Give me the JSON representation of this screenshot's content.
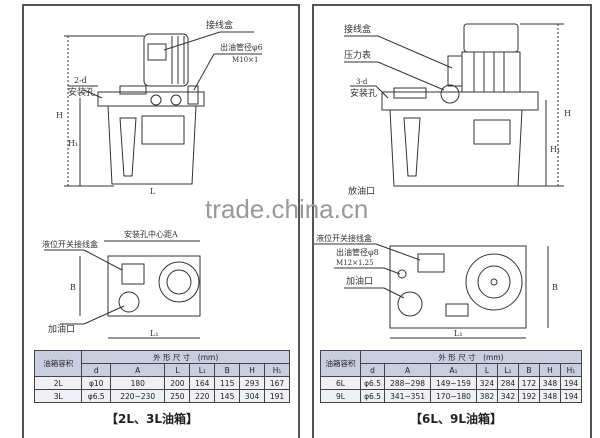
{
  "watermark": "trade.china.cn",
  "left": {
    "elevation_labels": {
      "junction_box": "接线盒",
      "outlet_pipe": "出油管径φ6",
      "outlet_thread": "M10×1",
      "holes_count": "2-d",
      "mounting_hole": "安装孔",
      "height": "H",
      "height1": "H₁",
      "length": "L"
    },
    "plan_labels": {
      "hole_distance": "安装孔中心距A",
      "level_switch_box": "液位开关接线盒",
      "width": "B",
      "fill_port": "加油口",
      "length1": "L₁"
    },
    "table": {
      "capacity_header": "油箱容积",
      "dims_header": "外 形 尺 寸　(mm)",
      "columns": [
        "d",
        "A",
        "L",
        "L₁",
        "B",
        "H",
        "H₁"
      ],
      "rows": [
        {
          "capacity": "2L",
          "values": [
            "φ10",
            "180",
            "200",
            "164",
            "115",
            "293",
            "167"
          ]
        },
        {
          "capacity": "3L",
          "values": [
            "φ6.5",
            "220~230",
            "250",
            "220",
            "145",
            "304",
            "191"
          ]
        }
      ]
    },
    "caption": "【2L、3L油箱】"
  },
  "right": {
    "elevation_labels": {
      "junction_box": "接线盒",
      "pressure_gauge": "压力表",
      "holes_count": "3-d",
      "mounting_hole": "安装孔",
      "height": "H",
      "height1": "H₁",
      "drain_port": "放油口"
    },
    "plan_labels": {
      "level_switch_box": "液位开关接线盒",
      "outlet_pipe": "出油管径φ8",
      "outlet_thread": "M12×1.25",
      "fill_port": "加油口",
      "width": "B",
      "length1": "L₁"
    },
    "table": {
      "capacity_header": "油箱容积",
      "dims_header": "外 形 尺 寸　(mm)",
      "columns": [
        "d",
        "A",
        "A₁",
        "L",
        "L₁",
        "B",
        "H",
        "H₁"
      ],
      "rows": [
        {
          "capacity": "6L",
          "values": [
            "φ6.5",
            "288~298",
            "149~159",
            "324",
            "284",
            "172",
            "348",
            "194"
          ]
        },
        {
          "capacity": "9L",
          "values": [
            "φ6.5",
            "341~351",
            "170~180",
            "382",
            "342",
            "192",
            "348",
            "194"
          ]
        }
      ]
    },
    "caption": "【6L、9L油箱】"
  }
}
